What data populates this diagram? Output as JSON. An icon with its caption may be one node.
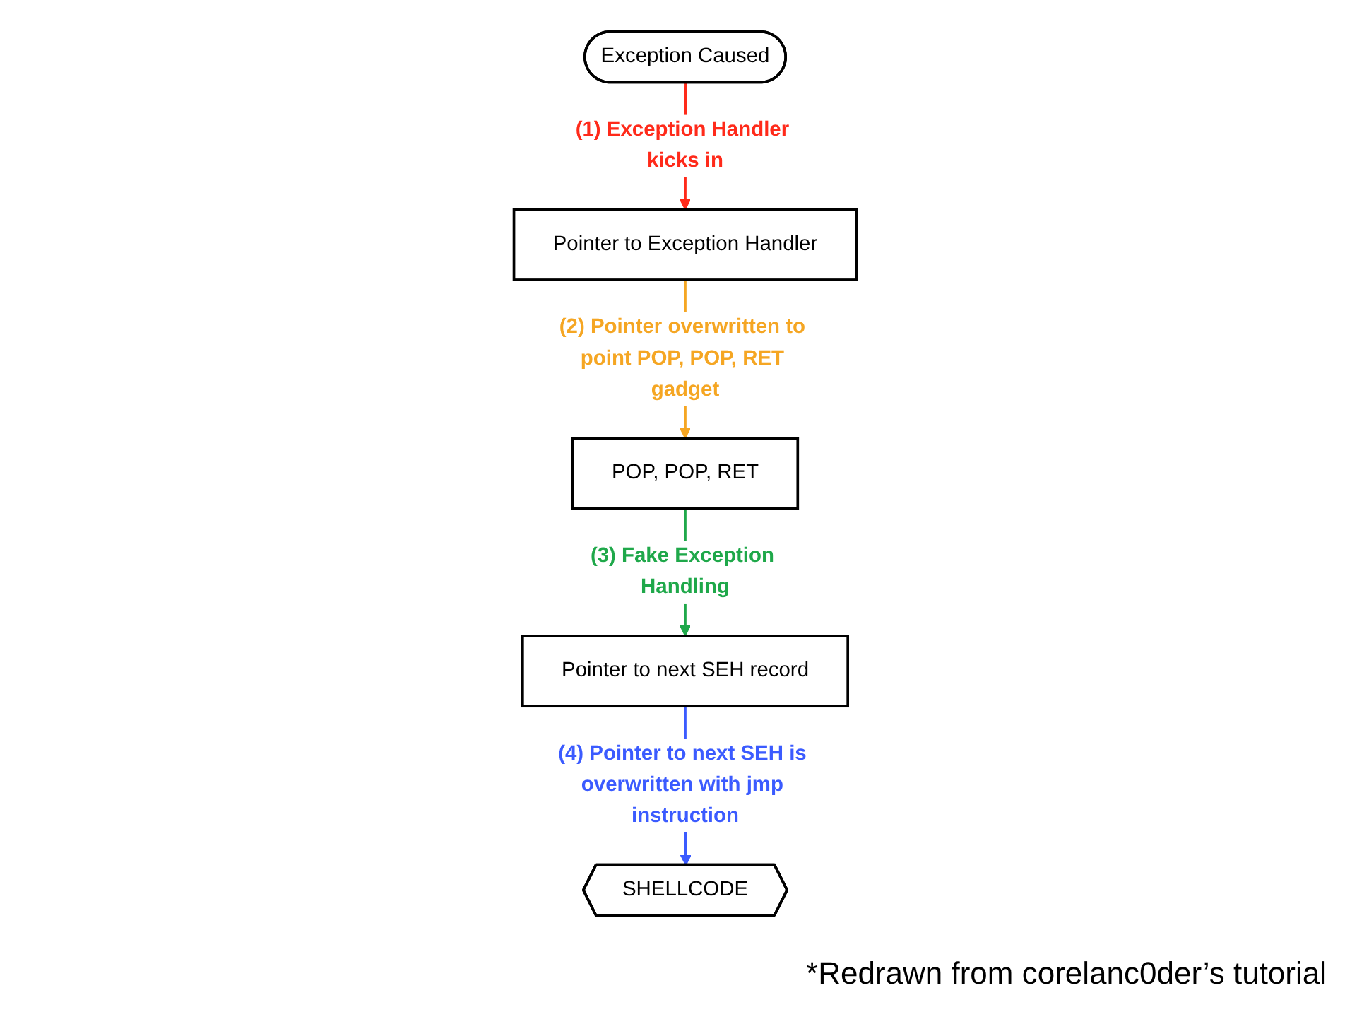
{
  "diagram": {
    "nodes": [
      {
        "text": [
          "Exception Caused"
        ]
      },
      {
        "text": [
          "Pointer to next SEH record"
        ]
      },
      {
        "text": [
          "Pointer to Exception Handler"
        ]
      },
      {
        "text": [
          "SHELLCODE"
        ]
      },
      {
        "text": [
          "POP, POP, RET"
        ]
      }
    ],
    "edges": [
      {
        "from": 0,
        "to": 2,
        "arrow": "to",
        "label": "(1) Exception Handler kicks in",
        "color": "#ff2a1a"
      },
      {
        "from": 2,
        "to": 4,
        "arrow": "to",
        "label": "(2) Pointer overwritten to point POP, POP, RET gadget",
        "color": "#f5a623"
      },
      {
        "from": 4,
        "to": 1,
        "arrow": "to",
        "label": "(3) Fake Exception Handling",
        "color": "#1fa84a"
      },
      {
        "from": 1,
        "to": 3,
        "arrow": "to",
        "label": "(4) Pointer to next SEH is overwritten with jmp instruction",
        "color": "#3b5bff"
      }
    ],
    "labels": [
      "*Redrawn from corelanc0der’s tutorial"
    ]
  }
}
